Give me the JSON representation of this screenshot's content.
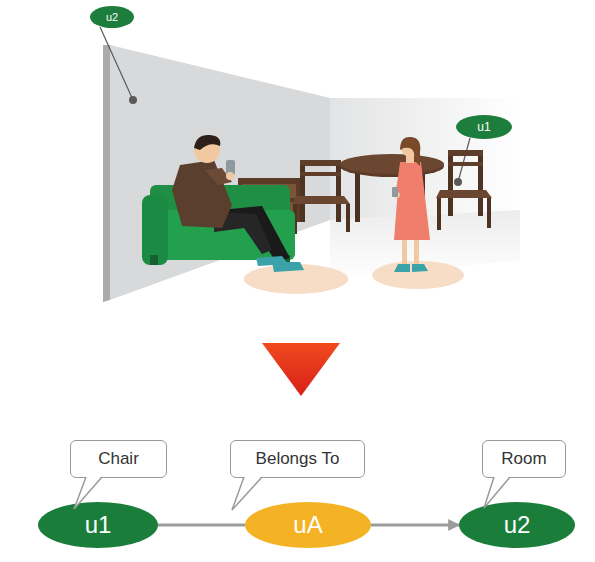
{
  "diagram": {
    "nodes": [
      {
        "text": [
          "u2"
        ]
      },
      {
        "text": [
          "u1"
        ]
      },
      {
        "text": [
          "Chair"
        ]
      },
      {
        "text": [
          "Belongs To"
        ]
      },
      {
        "text": [
          "Room"
        ]
      },
      {
        "text": [
          "u1"
        ]
      },
      {
        "text": [
          "uA"
        ]
      },
      {
        "text": [
          "u2"
        ]
      }
    ],
    "edges": [
      {
        "from": 5,
        "to": 6,
        "arrow": "none"
      },
      {
        "from": 6,
        "to": 7,
        "arrow": "to"
      }
    ]
  }
}
